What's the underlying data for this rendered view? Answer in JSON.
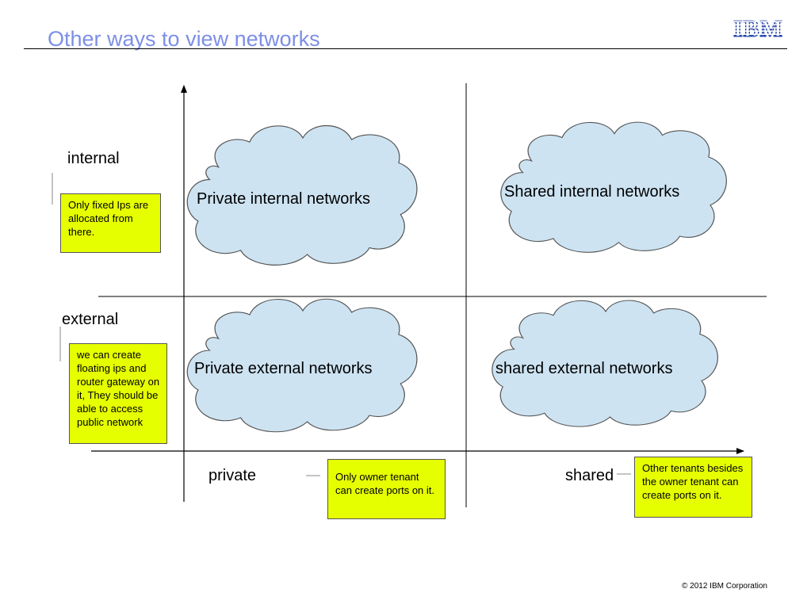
{
  "title": "Other ways to view networks",
  "logo_text": "IBM",
  "footer": "© 2012 IBM Corporation",
  "axes": {
    "y_top": "internal",
    "y_bottom": "external",
    "x_left": "private",
    "x_right": "shared"
  },
  "quadrants": {
    "private_internal": "Private internal networks",
    "shared_internal": "Shared internal networks",
    "private_external": "Private external networks",
    "shared_external": "shared external networks"
  },
  "notes": {
    "internal": "Only fixed Ips are allocated from there.",
    "external": "we can create floating ips and router gateway on it, They should be able to access public network",
    "private": "Only owner tenant can create ports on it.",
    "shared": "Other tenants besides the owner tenant can create ports on it."
  },
  "colors": {
    "title": "#7d8fe6",
    "cloud_fill": "#cde3f2",
    "note_fill": "#e6ff00",
    "logo": "#1f3fa8"
  }
}
